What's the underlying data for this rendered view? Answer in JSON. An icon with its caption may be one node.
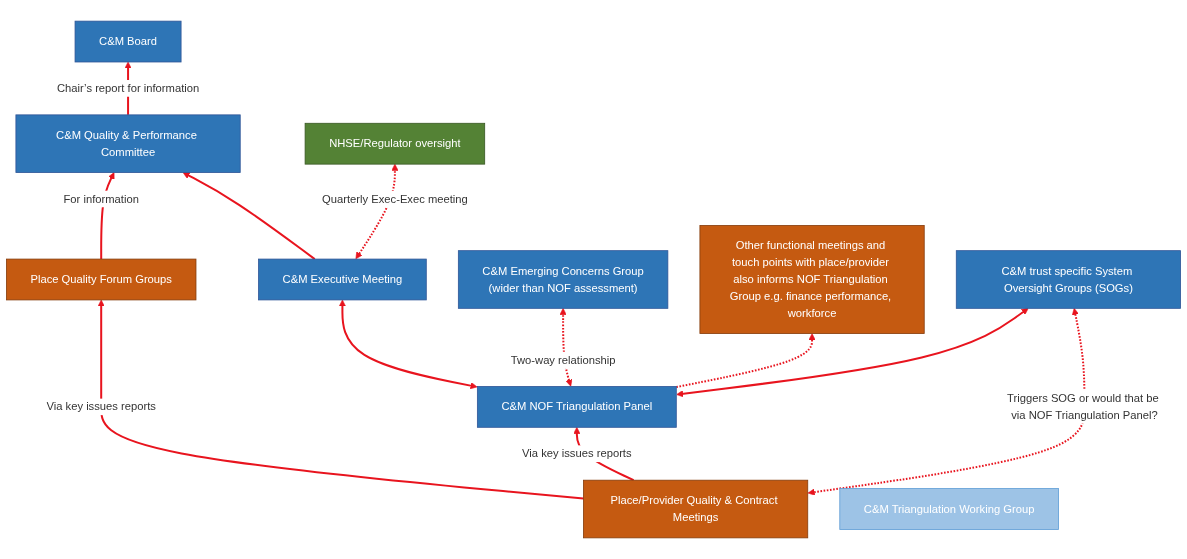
{
  "diagram": {
    "nodes": [
      {
        "text": [
          "C&M Board"
        ]
      },
      {
        "text": [
          "Place Quality Forum Groups"
        ]
      },
      {
        "text": [
          "C&M Quality & Performance Committee"
        ]
      },
      {
        "text": [
          "NHSE/Regulator oversight"
        ]
      },
      {
        "text": [
          "C&M Executive Meeting"
        ]
      },
      {
        "text": [
          "Place/Provider Quality & Contract Meetings"
        ]
      },
      {
        "text": [
          "C&M NOF Triangulation Panel"
        ]
      },
      {
        "text": [
          "C&M Emerging Concerns Group",
          "(wider than NOF assessment)"
        ]
      },
      {
        "text": [
          "C&M Triangulation Working Group"
        ]
      },
      {
        "text": [
          "Other functional meetings and touch points with place/provider also informs NOF Triangulation Group e.g. finance performance, workforce"
        ]
      },
      {
        "text": [
          "C&M trust specific System Oversight Groups (SOGs)"
        ]
      }
    ],
    "edges": [
      {
        "from": 2,
        "to": 0,
        "arrow": "to",
        "label": "Chair’s report for information"
      },
      {
        "from": 1,
        "to": 2,
        "arrow": "to",
        "label": "For information"
      },
      {
        "from": 4,
        "to": 3,
        "arrow": "both",
        "style": "dashed",
        "label": "Quarterly Exec-Exec meeting"
      },
      {
        "from": 4,
        "to": 2,
        "arrow": "to"
      },
      {
        "from": 5,
        "to": 1,
        "arrow": "to",
        "label": "Via key issues reports"
      },
      {
        "from": 5,
        "to": 6,
        "arrow": "to",
        "label": "Via key issues reports"
      },
      {
        "from": 6,
        "to": 4,
        "arrow": "both"
      },
      {
        "from": 6,
        "to": 7,
        "arrow": "both",
        "style": "dashed",
        "label": "Two-way relationship"
      },
      {
        "from": 6,
        "to": 9,
        "arrow": "to",
        "style": "dashed"
      },
      {
        "from": 6,
        "to": 10,
        "arrow": "both"
      },
      {
        "from": 5,
        "to": 10,
        "arrow": "both",
        "style": "dashed",
        "label": "Triggers SOG or would that be via NOF Triangulation Panel?"
      }
    ]
  }
}
